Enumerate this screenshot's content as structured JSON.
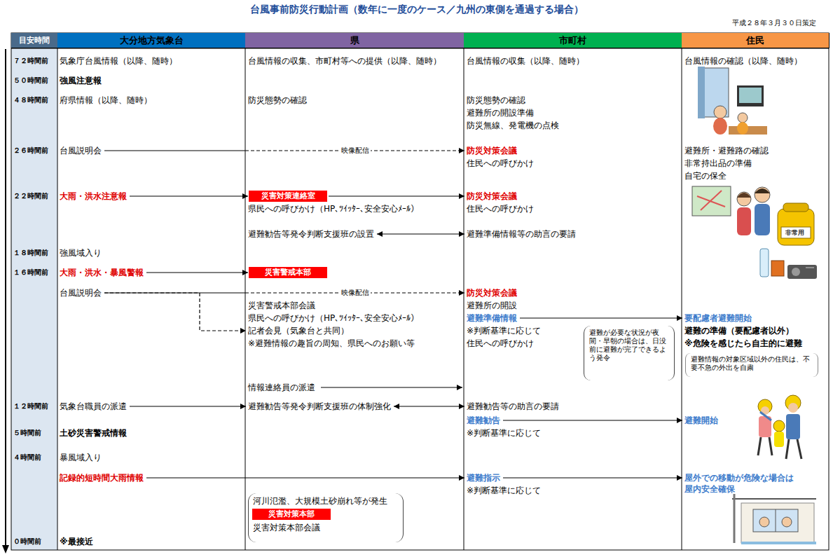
{
  "diagram": {
    "title": "台風事前防災行動計画（数年に一度のケース／九州の東側を通過する場合）",
    "nodes": [
      {
        "text": [
          "目安時間"
        ]
      },
      {
        "text": [
          "大分地方気象台"
        ]
      },
      {
        "text": [
          "県"
        ]
      },
      {
        "text": [
          "市町村"
        ]
      },
      {
        "text": [
          "住民"
        ]
      },
      {
        "text": [
          "台風説明会"
        ]
      },
      {
        "text": [
          "防災対策会議"
        ]
      },
      {
        "text": [
          "大雨・洪水注意報"
        ]
      },
      {
        "text": [
          "災害対策連絡室"
        ]
      },
      {
        "text": [
          "防災対策会議"
        ]
      },
      {
        "text": [
          "避難勧告等発令判断支援班の設置"
        ]
      },
      {
        "text": [
          "避難準備情報等の助言の要請"
        ]
      },
      {
        "text": [
          "大雨・洪水・暴風警報"
        ]
      },
      {
        "text": [
          "災害警戒本部"
        ]
      },
      {
        "text": [
          "台風説明会"
        ]
      },
      {
        "text": [
          "防災対策会議"
        ]
      },
      {
        "text": [
          "記者会見（気象台と共同）"
        ]
      },
      {
        "text": [
          "避難準備情報"
        ]
      },
      {
        "text": [
          "要配慮者避難開始"
        ]
      },
      {
        "text": [
          "避難が必要な状況が夜間・早朝の場合は、日没前に避難が完了できるよう発令"
        ]
      },
      {
        "text": [
          "避難情報の対象区域以外の住民は、不要不急の外出を自粛"
        ]
      },
      {
        "text": [
          "情報連絡員の派遣"
        ]
      },
      {
        "text": [
          "気象台職員の派遣"
        ]
      },
      {
        "text": [
          "避難勧告等発令判断支援班の体制強化"
        ]
      },
      {
        "text": [
          "避難勧告等の助言の要請"
        ]
      },
      {
        "text": [
          "避難勧告"
        ]
      },
      {
        "text": [
          "避難開始"
        ]
      },
      {
        "text": [
          "記録的短時間大雨情報"
        ]
      },
      {
        "text": [
          "避難指示"
        ]
      },
      {
        "text": [
          "屋外での移動が危険な場合は 屋内安全確保"
        ]
      },
      {
        "text": [
          "河川氾濫、大規模土砂崩れ等が発生",
          "災害対策本部会議"
        ]
      },
      {
        "text": [
          "災害対策本部"
        ],
        "in": 30
      }
    ],
    "edges": [
      {
        "from": 5,
        "to": 6,
        "arrow": "to",
        "label": "映像配信"
      },
      {
        "from": 7,
        "to": 8,
        "arrow": "to"
      },
      {
        "from": 8,
        "to": 9,
        "arrow": "to"
      },
      {
        "from": 10,
        "to": 11,
        "arrow": "both"
      },
      {
        "from": 12,
        "to": 13,
        "arrow": "to"
      },
      {
        "from": 14,
        "to": 15,
        "arrow": "to",
        "label": "映像配信"
      },
      {
        "from": 14,
        "to": 16,
        "arrow": "to"
      },
      {
        "from": 17,
        "to": 18,
        "arrow": "to"
      },
      {
        "from": 22,
        "to": 23,
        "arrow": "to"
      },
      {
        "from": 23,
        "to": 24,
        "arrow": "both"
      },
      {
        "from": 25,
        "to": 26,
        "arrow": "to"
      },
      {
        "from": 27,
        "to": 28,
        "arrow": "to"
      },
      {
        "from": 28,
        "to": 29,
        "arrow": "to"
      }
    ],
    "labels": [
      "平成２８年３月３０日策定",
      "７２時間前",
      "５０時間前",
      "４８時間前",
      "２６時間前",
      "２２時間前",
      "１８時間前",
      "１６時間前",
      "１２時間前",
      "５時間前",
      "４時間前",
      "０時間前",
      "気象庁台風情報（以降、随時）",
      "強風注意報",
      "府県情報（以降、随時）",
      "強風域入り",
      "土砂災害警戒情報",
      "暴風域入り",
      "※最接近",
      "台風情報の収集、市町村等への提供（以降、随時）",
      "防災態勢の確認",
      "県民への呼びかけ（HP、ﾂｲｯﾀｰ、安全安心ﾒｰﾙ）",
      "災害警戒本部会議",
      "県民への呼びかけ（HP、ﾂｲｯﾀｰ、安全安心ﾒｰﾙ）",
      "※避難情報の趣旨の周知、県民へのお願い等",
      "台風情報の収集（以降、随時）",
      "防災態勢の確認",
      "避難所の開設準備",
      "防災無線、発電機の点検",
      "住民への呼びかけ",
      "住民への呼びかけ",
      "避難所の開設",
      "※判断基準に応じて",
      "住民への呼びかけ",
      "※判断基準に応じて",
      "※判断基準に応じて",
      "台風情報の確認（以降、随時）",
      "避難所・避難路の確認",
      "非常持出品の準備",
      "自宅の保全",
      "避難の準備（要配慮者以外）",
      "※危険を感じたら自主的に避難",
      "非常用"
    ]
  }
}
